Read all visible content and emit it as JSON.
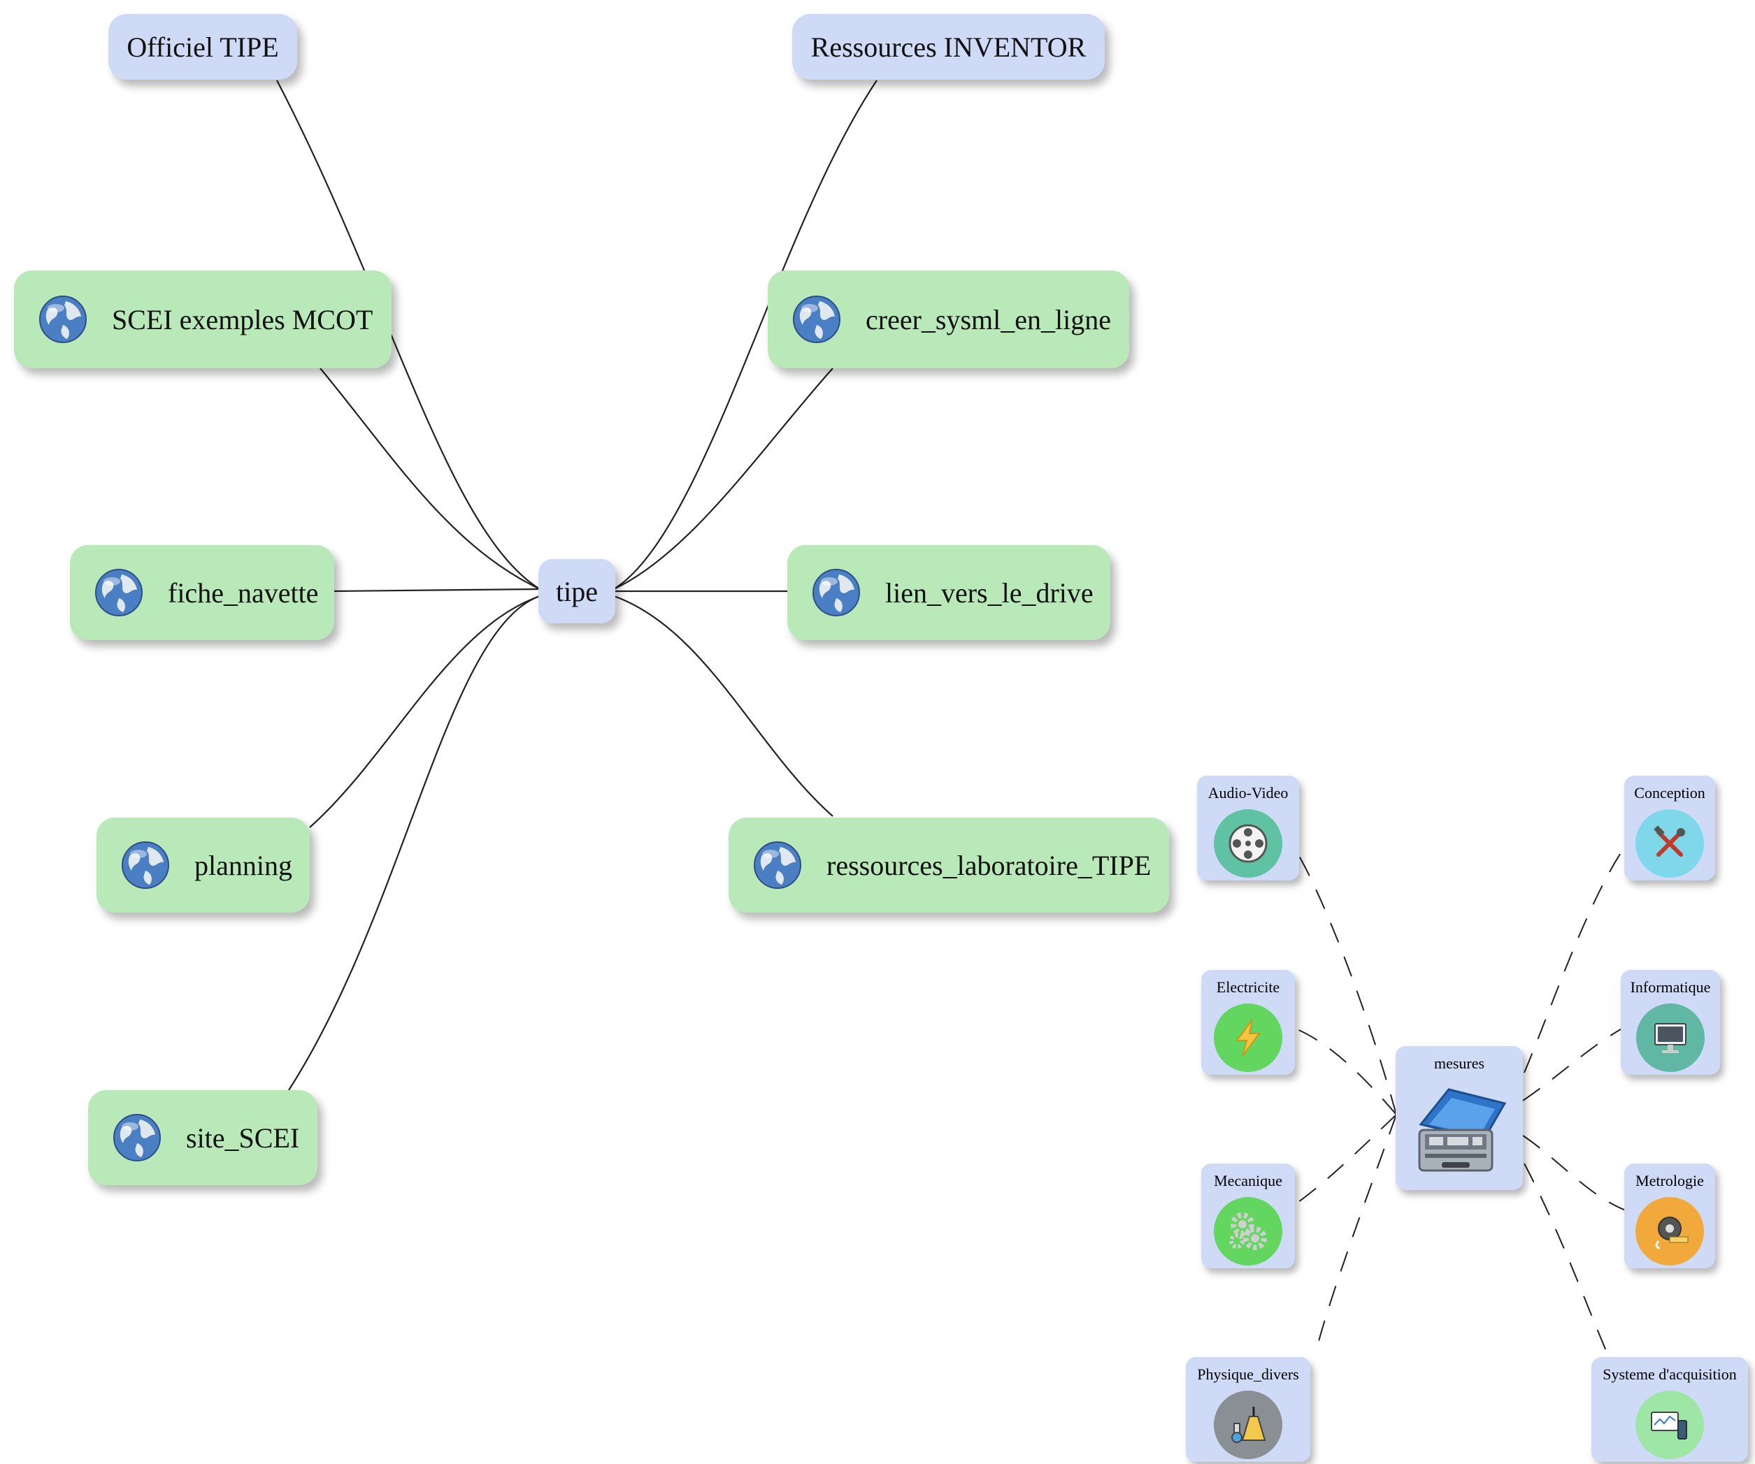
{
  "center": {
    "label": "tipe"
  },
  "top_nodes": [
    {
      "id": "officiel",
      "label": "Officiel TIPE"
    },
    {
      "id": "inventor",
      "label": "Ressources INVENTOR"
    }
  ],
  "link_nodes": [
    {
      "id": "scei_mcot",
      "label": "SCEI exemples MCOT",
      "icon": "globe-icon"
    },
    {
      "id": "fiche_navette",
      "label": "fiche_navette",
      "icon": "globe-icon"
    },
    {
      "id": "planning",
      "label": "planning",
      "icon": "globe-icon"
    },
    {
      "id": "site_scei",
      "label": "site_SCEI",
      "icon": "globe-icon"
    },
    {
      "id": "creer_sysml",
      "label": "creer_sysml_en_ligne",
      "icon": "globe-icon"
    },
    {
      "id": "lien_drive",
      "label": "lien_vers_le_drive",
      "icon": "globe-icon"
    },
    {
      "id": "ressources_labo",
      "label": "ressources_laboratoire_TIPE",
      "icon": "globe-icon"
    }
  ],
  "mesures": {
    "label": "mesures",
    "icon": "toolbox-icon"
  },
  "categories": [
    {
      "id": "audio",
      "label": "Audio-Video",
      "icon": "film-reel-icon",
      "color": "#5fc3a3"
    },
    {
      "id": "elec",
      "label": "Electricite",
      "icon": "lightning-icon",
      "color": "#62d65f"
    },
    {
      "id": "meca",
      "label": "Mecanique",
      "icon": "gears-icon",
      "color": "#62d65f"
    },
    {
      "id": "phys",
      "label": "Physique_divers",
      "icon": "flask-icon",
      "color": "#8a8f94"
    },
    {
      "id": "conc",
      "label": "Conception",
      "icon": "tools-icon",
      "color": "#7fd8ea"
    },
    {
      "id": "info",
      "label": "Informatique",
      "icon": "monitor-icon",
      "color": "#5fb7a4"
    },
    {
      "id": "metro",
      "label": "Metrologie",
      "icon": "tape-measure-icon",
      "color": "#f2a93b"
    },
    {
      "id": "acq",
      "label": "Systeme d'acquisition",
      "icon": "acquisition-icon",
      "color": "#9ee6a5"
    }
  ]
}
